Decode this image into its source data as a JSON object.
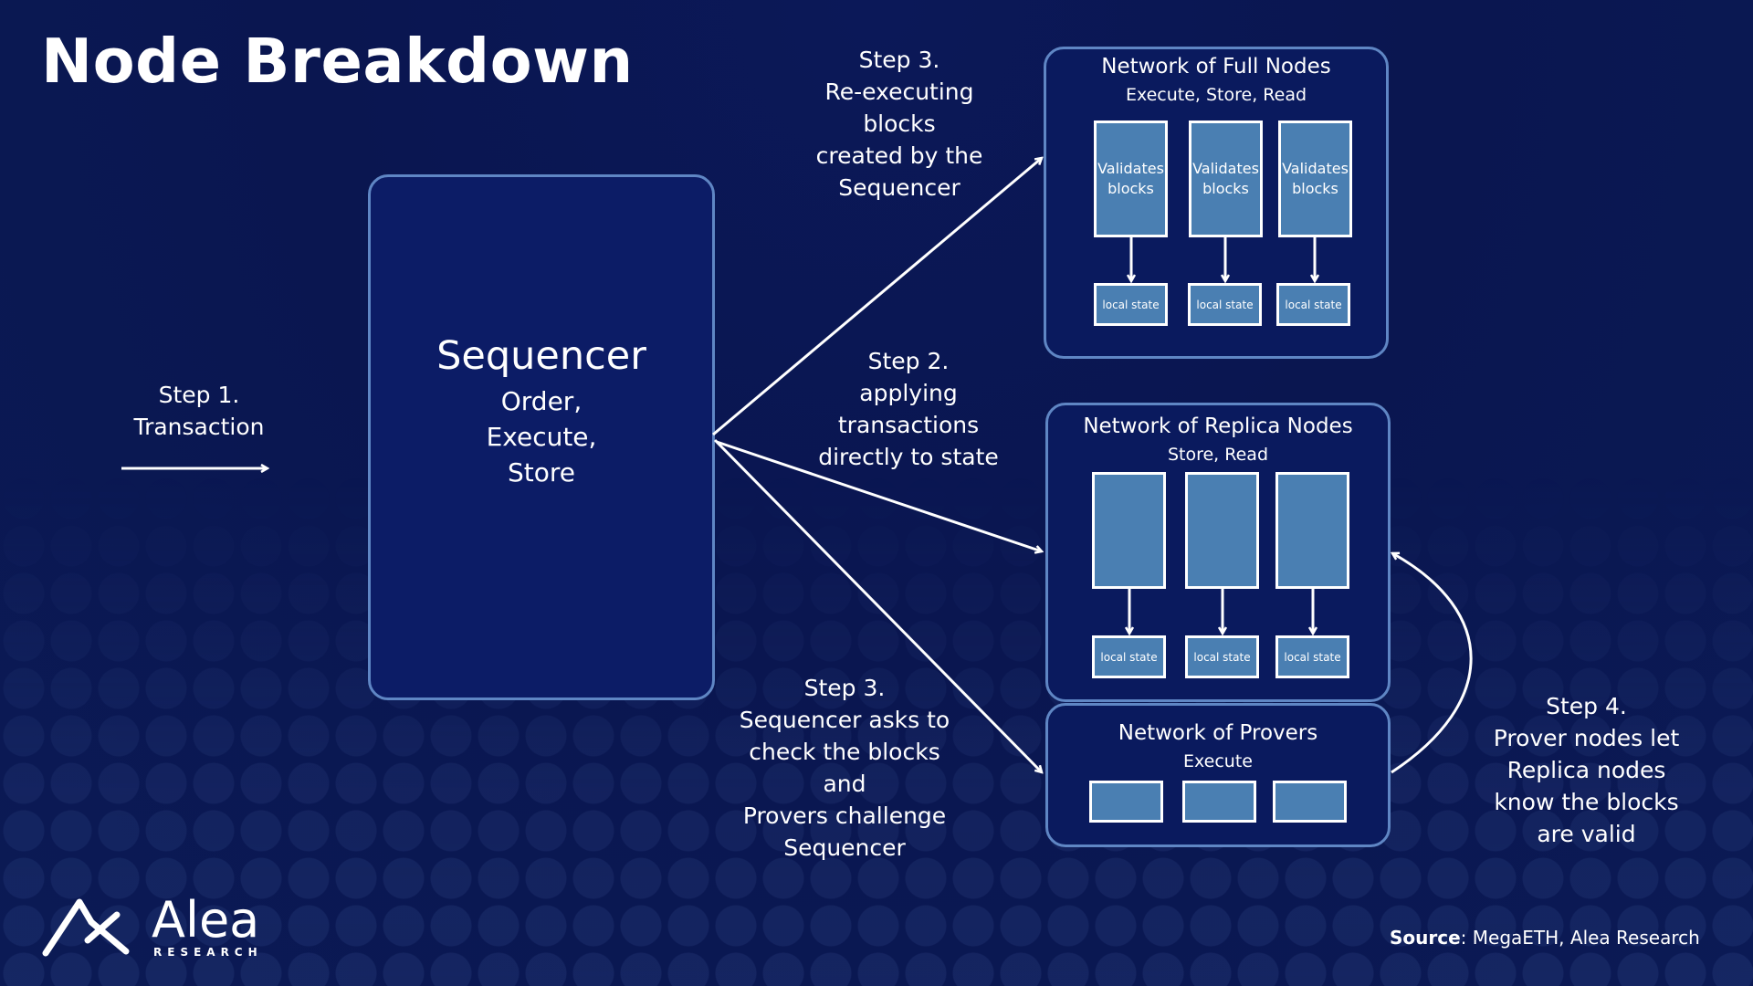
{
  "title": "Node Breakdown",
  "steps": {
    "step1": "Step 1.\nTransaction",
    "step2": "Step 2.\napplying\ntransactions\ndirectly to state",
    "step3_top": "Step 3.\nRe-executing\nblocks\ncreated by the\nSequencer",
    "step3_bottom": "Step 3.\nSequencer asks to\ncheck the blocks\nand\nProvers challenge\nSequencer",
    "step4": "Step 4.\nProver nodes let\nReplica nodes\nknow the blocks\nare valid"
  },
  "sequencer": {
    "name": "Sequencer",
    "subtitle": "Order,\nExecute,\nStore"
  },
  "full_nodes": {
    "title": "Network of Full Nodes",
    "subtitle": "Execute, Store, Read",
    "nodes": [
      "Validates\nblocks",
      "Validates\nblocks",
      "Validates\nblocks"
    ],
    "states": [
      "local state",
      "local state",
      "local state"
    ]
  },
  "replica_nodes": {
    "title": "Network of Replica Nodes",
    "subtitle": "Store, Read",
    "states": [
      "local state",
      "local state",
      "local state"
    ]
  },
  "provers": {
    "title": "Network of Provers",
    "subtitle": "Execute"
  },
  "logo": {
    "name": "Alea",
    "sub": "RESEARCH"
  },
  "source": {
    "label": "Source",
    "text": ": MegaETH,  Alea Research"
  },
  "colors": {
    "background": "#0a1650",
    "panel_border": "#5f86c4",
    "node_fill": "#4a7fb2"
  }
}
